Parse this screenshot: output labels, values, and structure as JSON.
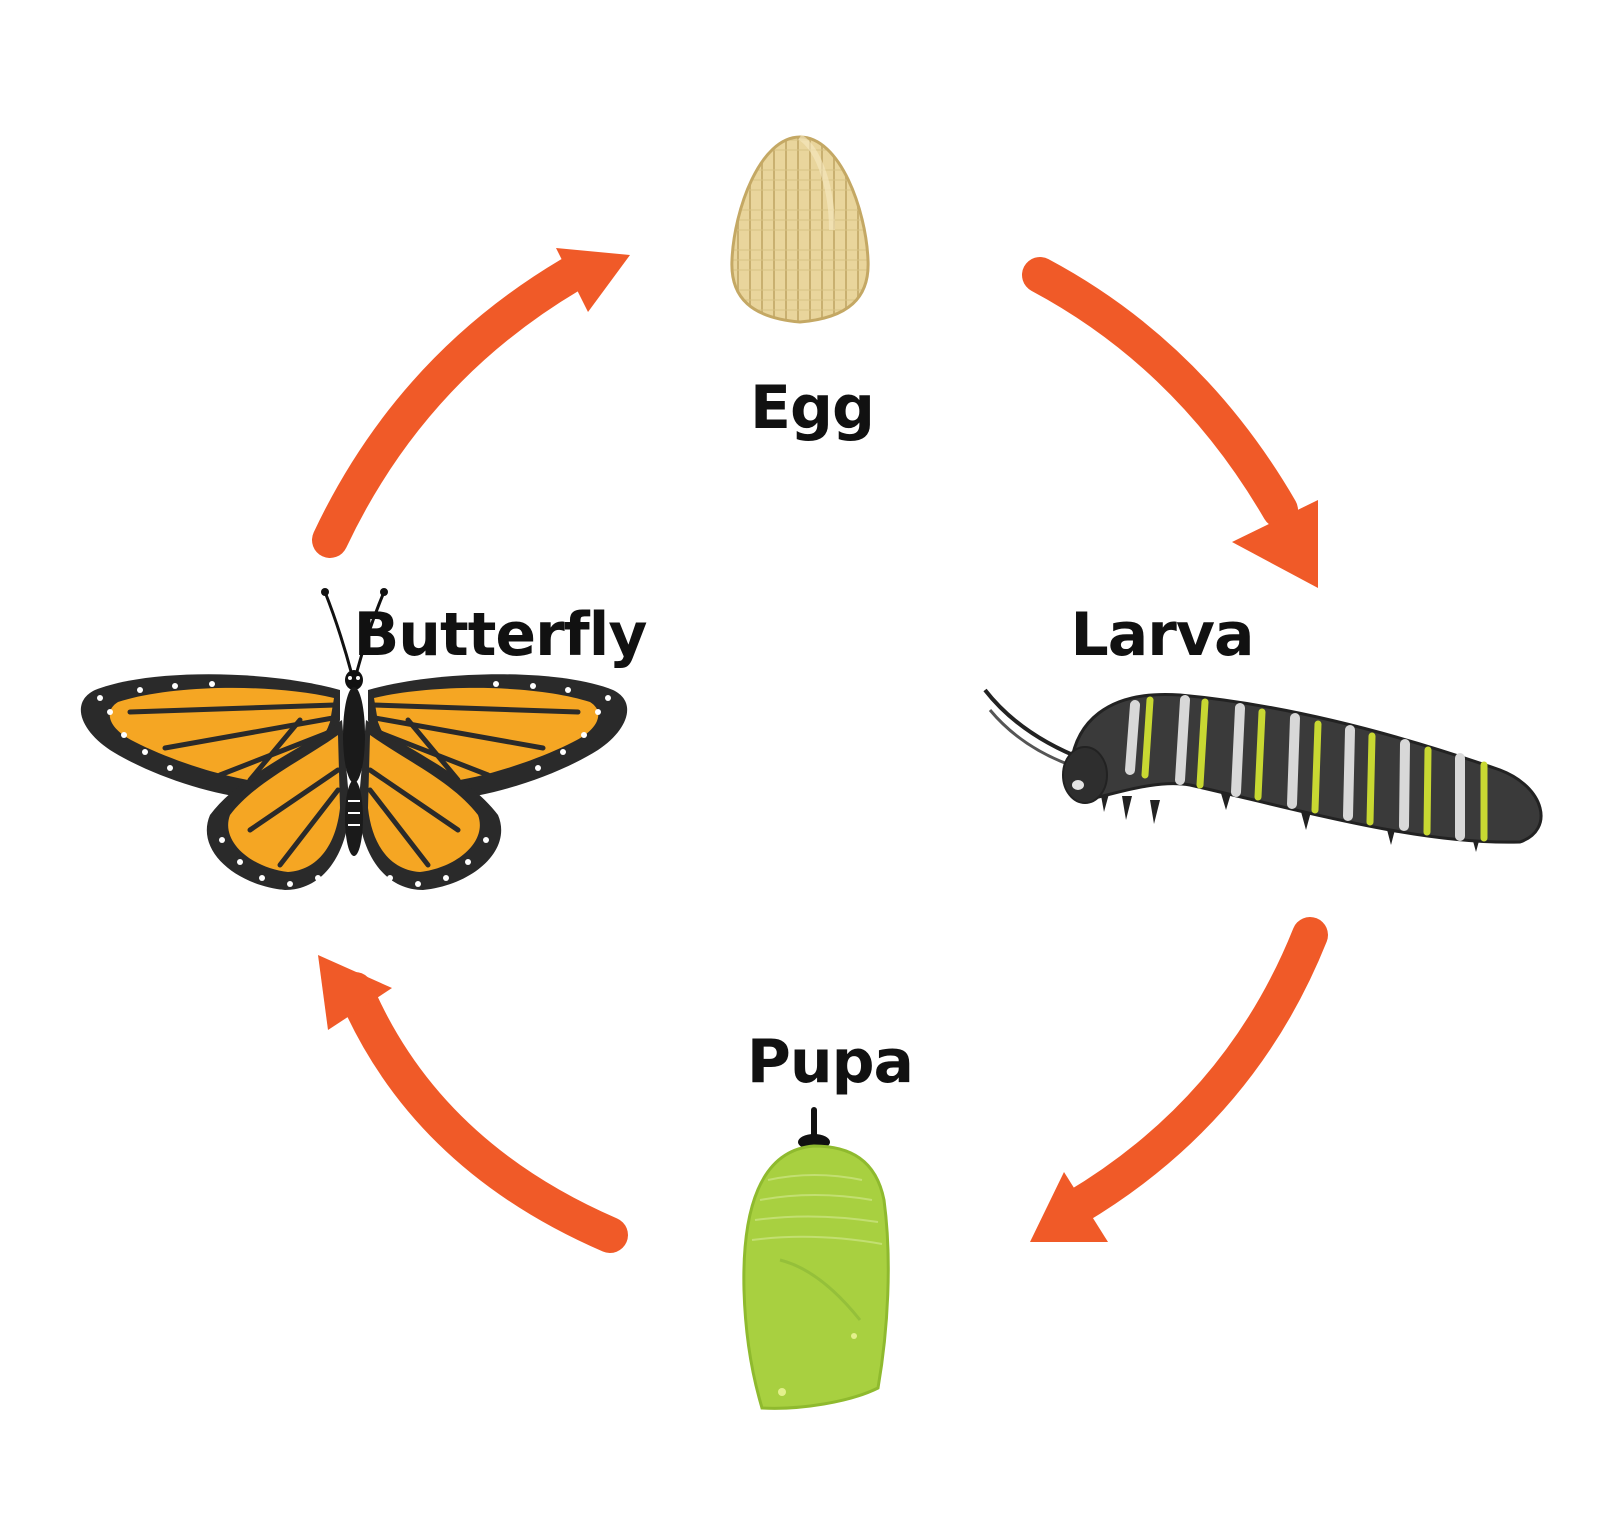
{
  "diagram": {
    "stages": [
      {
        "id": "egg",
        "label": "Egg"
      },
      {
        "id": "larva",
        "label": "Larva"
      },
      {
        "id": "pupa",
        "label": "Pupa"
      },
      {
        "id": "butterfly",
        "label": "Butterfly"
      }
    ],
    "cycle_order": [
      "egg",
      "larva",
      "pupa",
      "butterfly"
    ],
    "colors": {
      "arrow": "#f05a28",
      "egg": "#e6d29a",
      "larva_body": "#3a3a3a",
      "larva_stripes": "#c8d832",
      "pupa": "#a8d040",
      "butterfly_wing": "#f5a623",
      "butterfly_border": "#2a2a2a",
      "label_text": "#111111"
    },
    "icons": [
      "egg-icon",
      "caterpillar-icon",
      "chrysalis-icon",
      "butterfly-icon"
    ]
  }
}
